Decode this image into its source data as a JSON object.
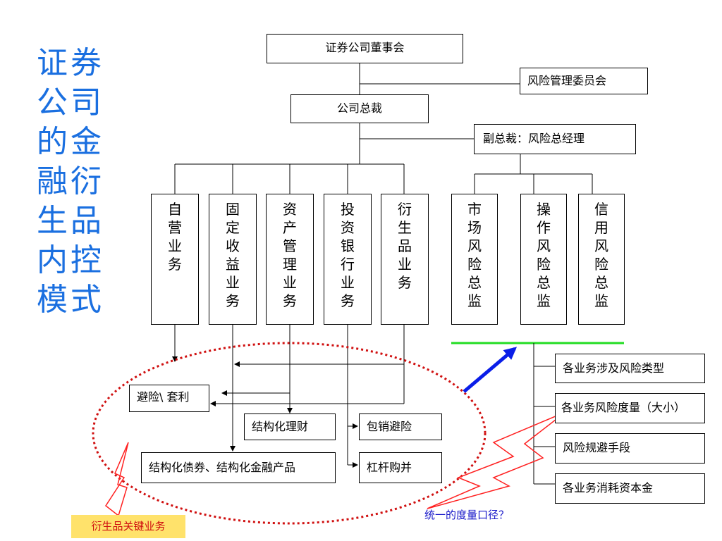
{
  "title": [
    "证券",
    "公司",
    "的金",
    "融衍",
    "生品",
    "内控",
    "模式"
  ],
  "top": {
    "board": "证券公司董事会",
    "risk_committee": "风险管理委员会",
    "president": "公司总裁",
    "vp": "副总裁：风险总经理"
  },
  "business_columns": [
    [
      "自",
      "营",
      "业",
      "务"
    ],
    [
      "固",
      "定",
      "收",
      "益",
      "业",
      "务"
    ],
    [
      "资",
      "产",
      "管",
      "理",
      "业",
      "务"
    ],
    [
      "投",
      "资",
      "银",
      "行",
      "业",
      "务"
    ],
    [
      "衍",
      "生",
      "品",
      "业",
      "务"
    ]
  ],
  "risk_columns": [
    [
      "市",
      "场",
      "风",
      "险",
      "总",
      "监"
    ],
    [
      "操",
      "作",
      "风",
      "险",
      "总",
      "监"
    ],
    [
      "信",
      "用",
      "风",
      "险",
      "总",
      "监"
    ]
  ],
  "products": {
    "hedge": "避险\\ 套利",
    "structured_wealth": "结构化理财",
    "underwriting": "包销避险",
    "structured_bonds": "结构化债券、结构化金融产品",
    "leveraged_buyout": "杠杆购并"
  },
  "risk_items": [
    "各业务涉及风险类型",
    "各业务风险度量（大小）",
    "风险规避手段",
    "各业务消耗资本金"
  ],
  "key_business_label": "衍生品关键业务",
  "question_label": "统一的度量口径？",
  "colors": {
    "title": "#1a6fe0",
    "dotted_ellipse": "#d01010",
    "bolt": "#ff2020",
    "green_bar": "#22dd22",
    "big_arrow": "#0a1ee8",
    "tag_bg": "#ffe26b",
    "question": "#1414c8"
  }
}
